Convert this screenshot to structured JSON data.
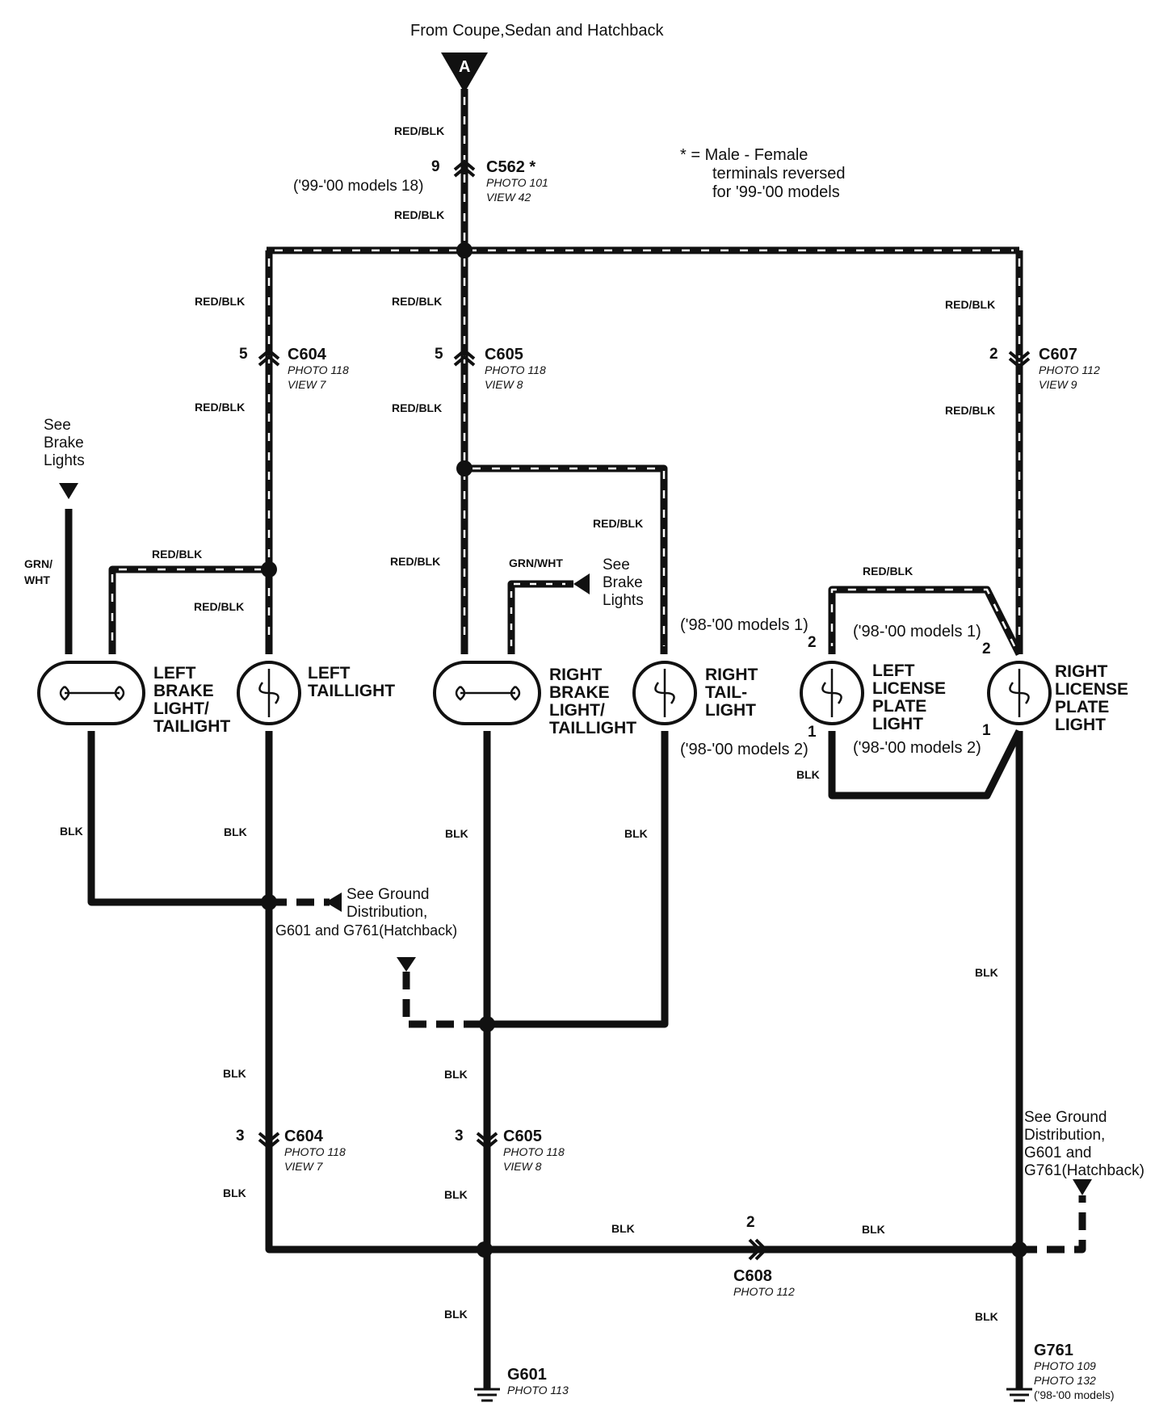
{
  "header": {
    "source": "From Coupe,Sedan and Hatchback",
    "source_connector": "A"
  },
  "note": {
    "symbol": "* = Male - Female",
    "line2": "terminals reversed",
    "line3": "for '99-'00 models"
  },
  "connectors": {
    "c562": {
      "id": "C562 *",
      "photo": "PHOTO 101",
      "view": "VIEW 42",
      "pin": "9",
      "alt_pin": "('99-'00 models 18)"
    },
    "c604_top": {
      "id": "C604",
      "photo": "PHOTO 118",
      "view": "VIEW 7",
      "pin": "5"
    },
    "c605_top": {
      "id": "C605",
      "photo": "PHOTO 118",
      "view": "VIEW 8",
      "pin": "5"
    },
    "c607": {
      "id": "C607",
      "photo": "PHOTO 112",
      "view": "VIEW 9",
      "pin": "2"
    },
    "c604_bot": {
      "id": "C604",
      "photo": "PHOTO 118",
      "view": "VIEW 7",
      "pin": "3"
    },
    "c605_bot": {
      "id": "C605",
      "photo": "PHOTO 118",
      "view": "VIEW 8",
      "pin": "3"
    },
    "c608": {
      "id": "C608",
      "photo": "PHOTO 112",
      "pin": "2"
    }
  },
  "grounds": {
    "g601": {
      "id": "G601",
      "photo": "PHOTO 113"
    },
    "g761": {
      "id": "G761",
      "photo1": "PHOTO 109",
      "photo2": "PHOTO 132",
      "note": "('98-'00 models)"
    }
  },
  "components": {
    "left_brake": "LEFT\nBRAKE\nLIGHT/\nTAILIGHT",
    "left_tail": "LEFT\nTAILLIGHT",
    "right_brake": "RIGHT\nBRAKE\nLIGHT/\nTAILLIGHT",
    "right_tail": "RIGHT\nTAIL-\nLIGHT",
    "left_license": "LEFT\nLICENSE\nPLATE\nLIGHT",
    "right_license": "RIGHT\nLICENSE\nPLATE\nLIGHT"
  },
  "wires": {
    "red_blk": "RED/BLK",
    "grn_wht_left": "GRN/\nWHT",
    "grn_wht": "GRN/WHT",
    "blk": "BLK"
  },
  "references": {
    "brake_left": "See\nBrake\nLights",
    "brake_center": "See\nBrake\nLights",
    "ground_mid": "See Ground\nDistribution,",
    "ground_mid_line2": "G601 and G761(Hatchback)",
    "ground_right": "See Ground\nDistribution,\nG601 and\nG761(Hatchback)"
  },
  "pins": {
    "p1": "1",
    "p2": "2"
  },
  "models": {
    "m98_1": "('98-'00 models 1)",
    "m98_2": "('98-'00 models 2)"
  }
}
